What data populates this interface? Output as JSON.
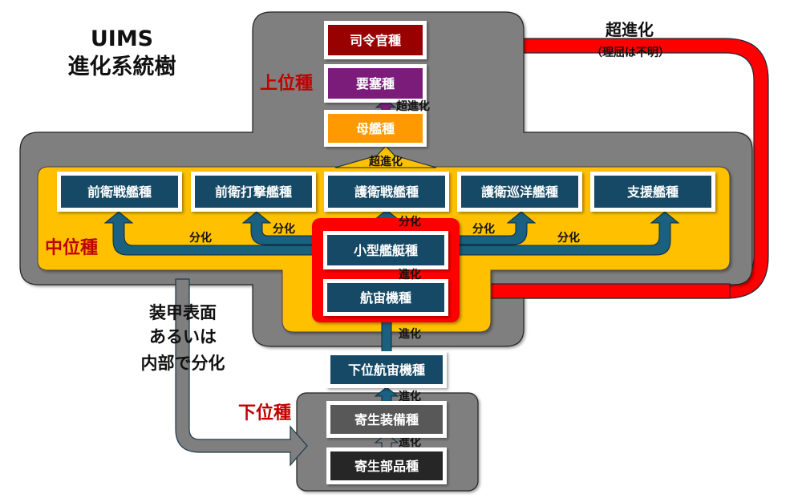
{
  "title": {
    "line1": "UIMS",
    "line2": "進化系統樹"
  },
  "tiers": {
    "upper": "上位種",
    "middle": "中位種",
    "lower": "下位種"
  },
  "colors": {
    "gray_region": "#7f7f7f",
    "yellow_region": "#ffc000",
    "navy_box": "#144a66",
    "commander": "#990000",
    "fortress": "#7b1f7a",
    "carrier": "#ff9900",
    "parasite_equip": "#595959",
    "parasite_part": "#262626",
    "highlight": "#ff0000",
    "tier_label": "#c00000",
    "arrow_blue": "#1a6080"
  },
  "nodes": {
    "commander": "司令官種",
    "fortress": "要塞種",
    "carrier": "母艦種",
    "vanguard_battleship": "前衛戦艦種",
    "vanguard_strike": "前衛打撃艦種",
    "escort_battleship": "護衛戦艦種",
    "escort_cruiser": "護衛巡洋艦種",
    "support": "支援艦種",
    "small_craft": "小型艦艇種",
    "spacecraft": "航宙機種",
    "lower_spacecraft": "下位航宙機種",
    "parasite_equipment": "寄生装備種",
    "parasite_part": "寄生部品種"
  },
  "edges": {
    "super_evolution": "超進化",
    "super_evolution_note": "（理屈は不明）",
    "evolution": "進化",
    "differentiation": "分化",
    "armor_line1": "装甲表面",
    "armor_line2": "あるいは",
    "armor_line3": "内部で分化"
  }
}
